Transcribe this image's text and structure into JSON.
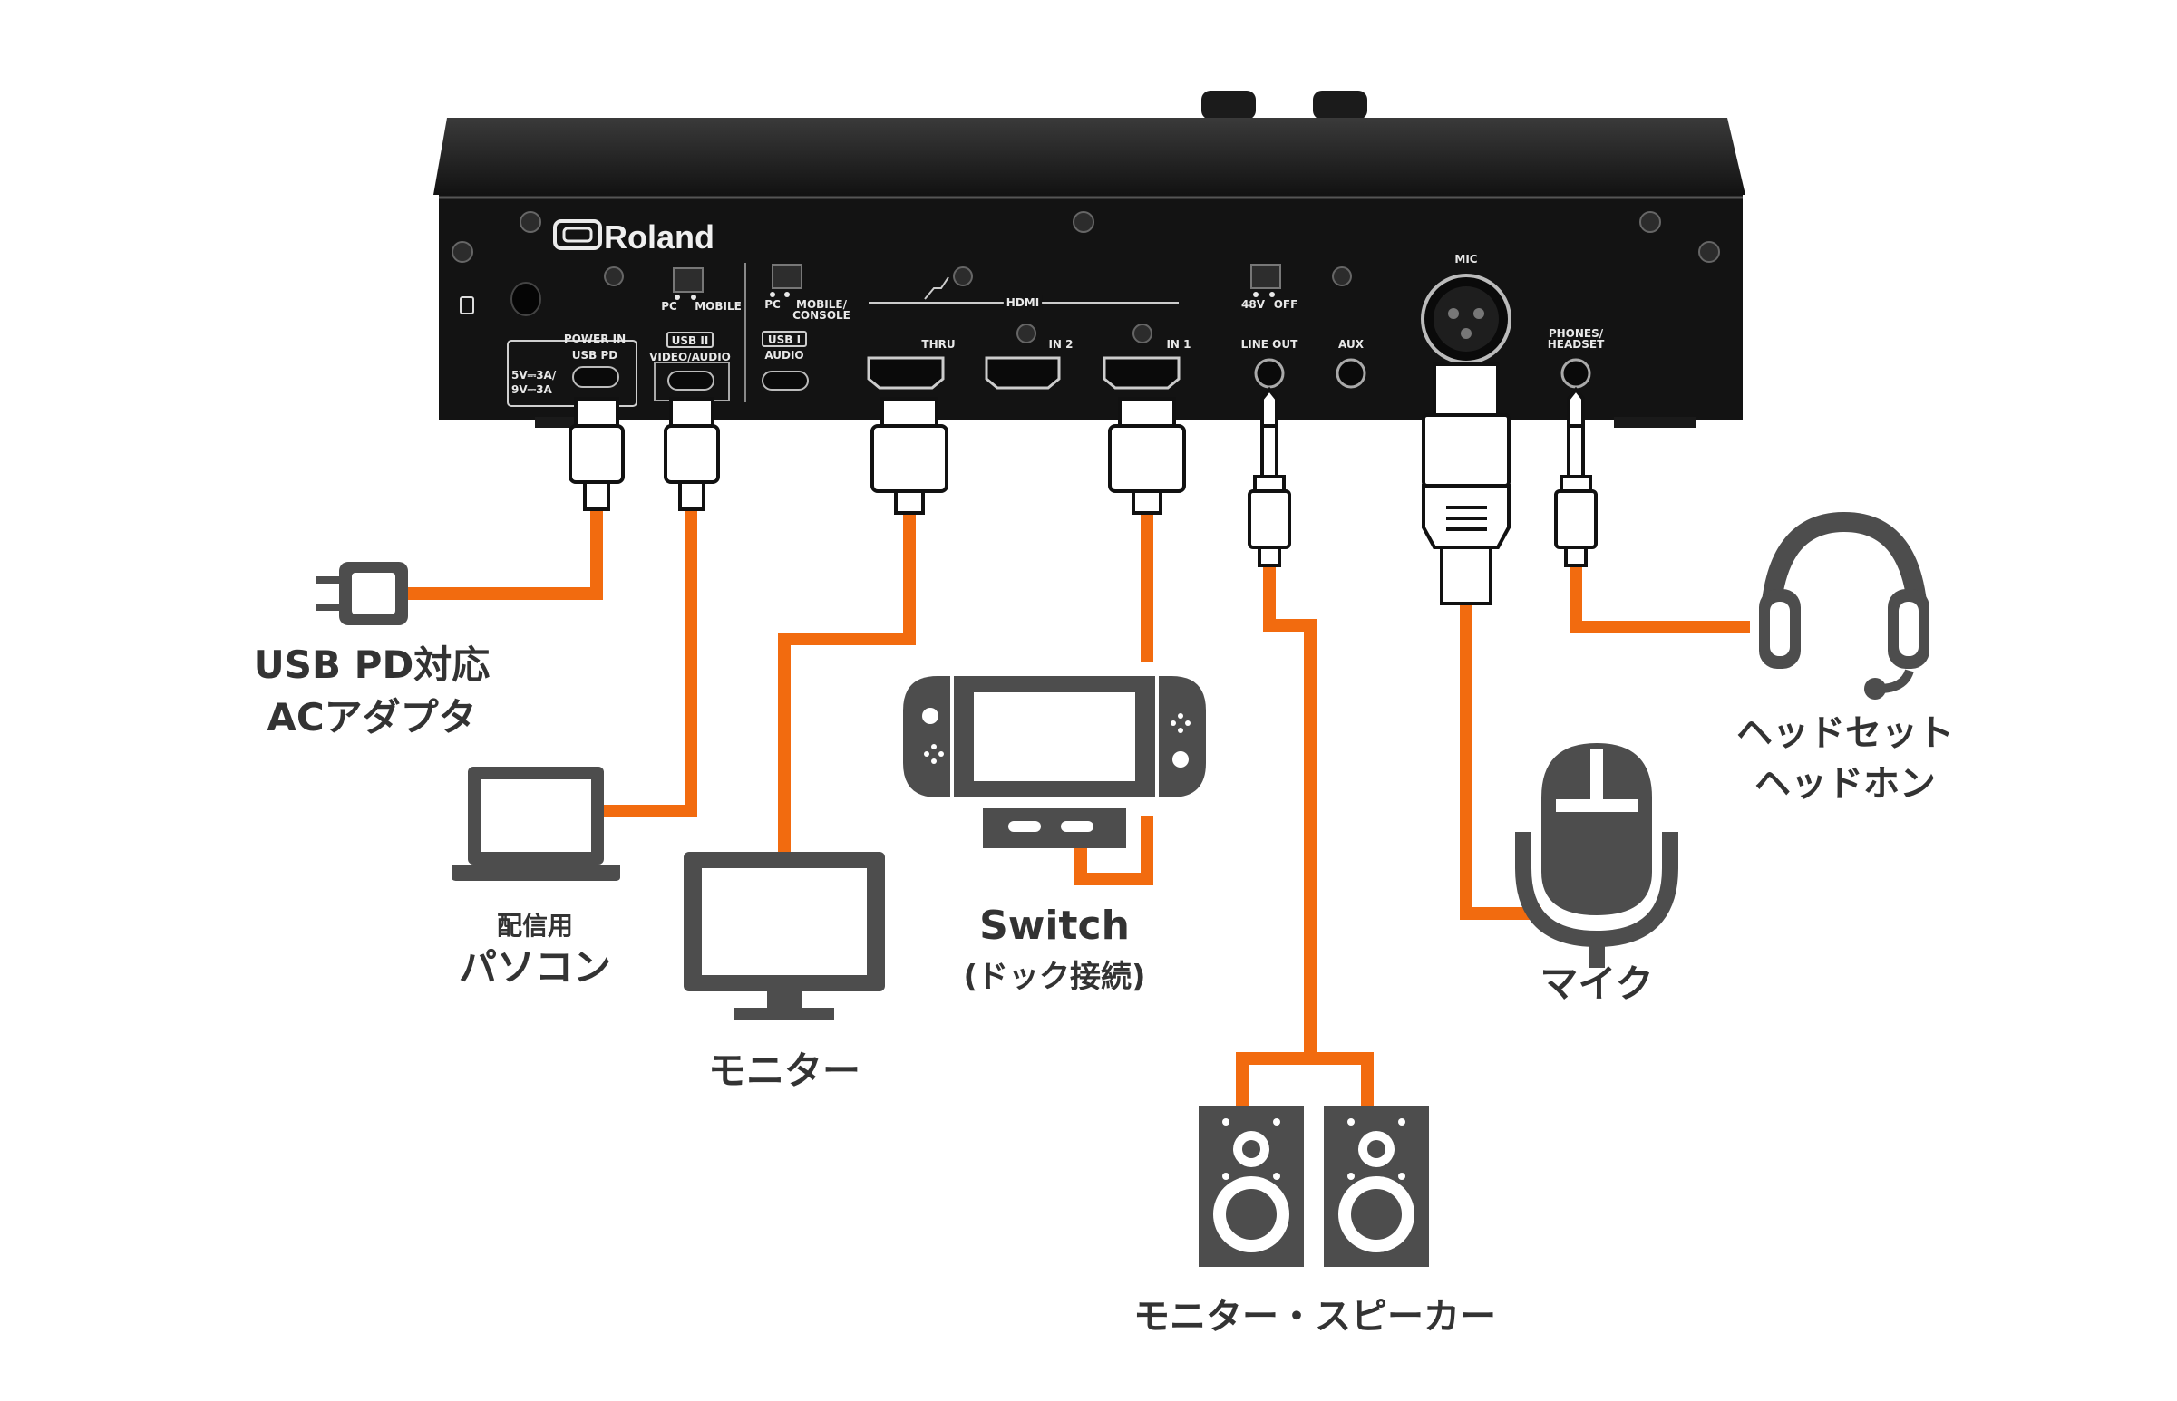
{
  "device": {
    "brand": "Roland",
    "panel_labels": {
      "power_in": "POWER IN",
      "usb_pd": "USB PD",
      "power_spec_1": "5V⎓3A/",
      "power_spec_2": "9V⎓3A",
      "pc1": "PC",
      "mobile1": "MOBILE",
      "usb2": "USB II",
      "video_audio": "VIDEO/AUDIO",
      "pc2": "PC",
      "mobile_console_1": "MOBILE/",
      "mobile_console_2": "CONSOLE",
      "usb1": "USB I",
      "audio": "AUDIO",
      "hdmi": "HDMI",
      "thru": "THRU",
      "in2": "IN 2",
      "in1": "IN 1",
      "v48": "48V",
      "off": "OFF",
      "line_out": "LINE OUT",
      "aux": "AUX",
      "mic": "MIC",
      "phones_1": "PHONES/",
      "phones_2": "HEADSET"
    }
  },
  "labels": {
    "adapter_1": "USB PD対応",
    "adapter_2": "ACアダプタ",
    "pc_small": "配信用",
    "pc_main": "パソコン",
    "monitor": "モニター",
    "switch_main": "Switch",
    "switch_sub": "(ドック接続)",
    "speakers": "モニター・スピーカー",
    "mic": "マイク",
    "headset_1": "ヘッドセット",
    "headset_2": "ヘッドホン"
  },
  "colors": {
    "cable": "#F26B0F",
    "device_body": "#111111",
    "icon": "#4D4D4D",
    "label": "#333333"
  },
  "icons": [
    "power-plug-icon",
    "laptop-icon",
    "monitor-icon",
    "game-console-icon",
    "speaker-icon",
    "microphone-icon",
    "headset-icon"
  ]
}
